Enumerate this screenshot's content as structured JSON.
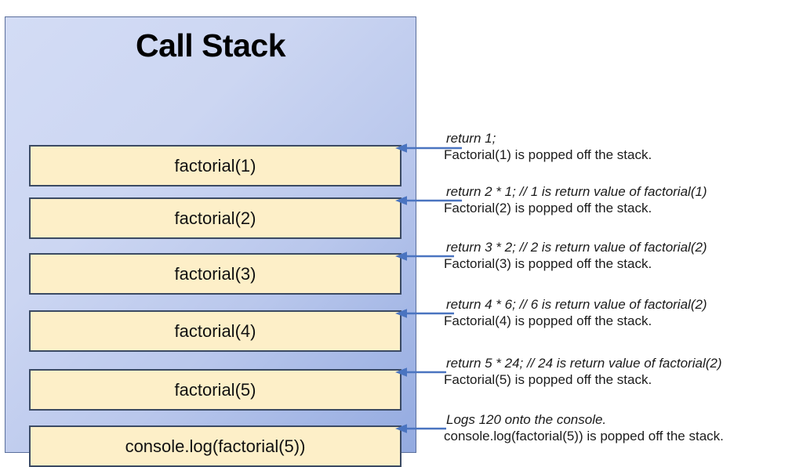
{
  "panel": {
    "title": "Call Stack",
    "background_top_color": "#d3dcf5",
    "background_bottom_color": "#93aae0",
    "border_color": "#5b6f9c"
  },
  "frames": [
    {
      "label": "factorial(1)"
    },
    {
      "label": "factorial(2)"
    },
    {
      "label": "factorial(3)"
    },
    {
      "label": "factorial(4)"
    },
    {
      "label": "factorial(5)"
    },
    {
      "label": "console.log(factorial(5))"
    }
  ],
  "frame_style": {
    "fill_color": "#fdefc8",
    "border_color": "#3b4a63"
  },
  "arrow_color": "#4a74c0",
  "annotations": [
    {
      "code": "return 1;",
      "text": "Factorial(1) is popped off the stack."
    },
    {
      "code": "return 2 * 1;  // 1 is return value of factorial(1)",
      "text": "Factorial(2) is popped off the stack."
    },
    {
      "code": "return 3 * 2;  // 2 is return value of factorial(2)",
      "text": "Factorial(3) is popped off the stack."
    },
    {
      "code": "return 4 * 6;  // 6 is return value of factorial(2)",
      "text": "Factorial(4) is popped off the stack."
    },
    {
      "code": "return 5 * 24;  // 24 is return value of factorial(2)",
      "text": "Factorial(5) is popped off the stack."
    },
    {
      "code": "Logs 120 onto the console.",
      "text": "console.log(factorial(5)) is popped off the stack."
    }
  ]
}
